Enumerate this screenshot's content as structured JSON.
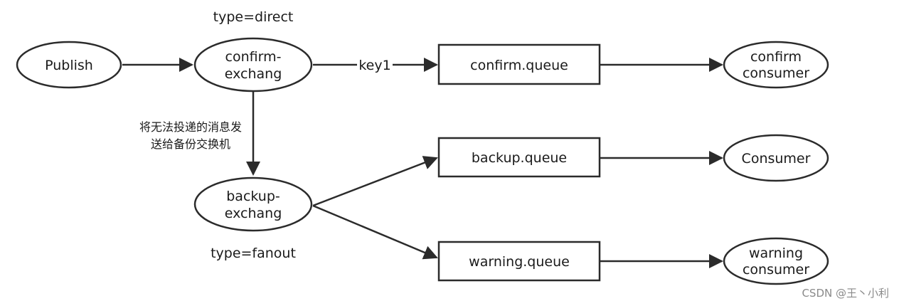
{
  "nodes": {
    "publish": {
      "label": [
        "Publish"
      ]
    },
    "confirm_exchange": {
      "label": [
        "confirm-",
        "exchang"
      ]
    },
    "backup_exchange": {
      "label": [
        "backup-",
        "exchang"
      ]
    },
    "confirm_queue": {
      "label": [
        "confirm.queue"
      ]
    },
    "backup_queue": {
      "label": [
        "backup.queue"
      ]
    },
    "warning_queue": {
      "label": [
        "warning.queue"
      ]
    },
    "confirm_consumer": {
      "label": [
        "confirm",
        "consumer"
      ]
    },
    "consumer": {
      "label": [
        "Consumer"
      ]
    },
    "warning_consumer": {
      "label": [
        "warning",
        "consumer"
      ]
    }
  },
  "labels": {
    "type_direct": "type=direct",
    "type_fanout": "type=fanout",
    "key1": "key1",
    "note_line1": "将无法投递的消息发",
    "note_line2": "送给备份交换机"
  },
  "watermark": "CSDN @王丶小利",
  "colors": {
    "stroke": "#2b2b2b",
    "text": "#1a1a1a",
    "watermark": "#8a8a8a"
  }
}
